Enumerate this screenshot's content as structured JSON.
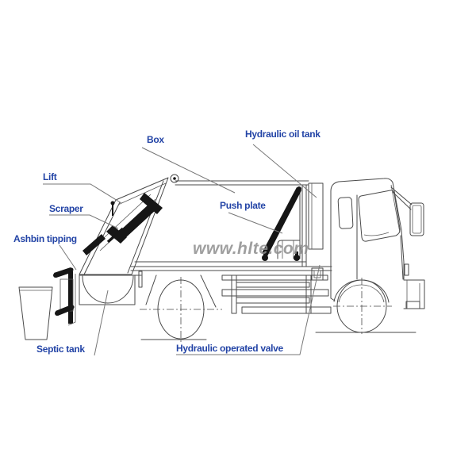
{
  "watermark": "www.hlte.com",
  "labels": {
    "lift": "Lift",
    "scraper": "Scraper",
    "ashbin_tipping": "Ashbin tipping",
    "septic_tank": "Septic tank",
    "box": "Box",
    "push_plate": "Push plate",
    "hydraulic_oil_tank": "Hydraulic oil tank",
    "hydraulic_operated_valve": "Hydraulic operated valve"
  },
  "colors": {
    "label_blue": "#2344a6",
    "line_gray": "#4a4a4a",
    "hardware_black": "#161616",
    "watermark_gray": "#8f8f8f"
  },
  "subject": "Garbage compactor truck parts diagram"
}
